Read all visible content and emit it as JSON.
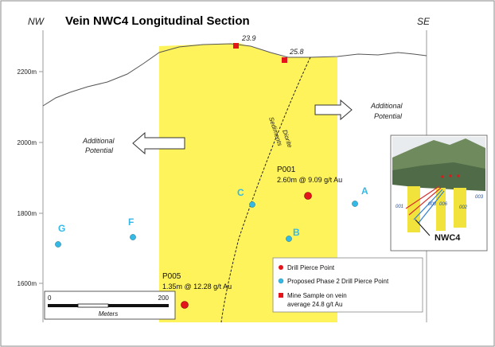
{
  "title": "Vein NWC4 Longitudinal Section",
  "directions": {
    "left": "NW",
    "right": "SE"
  },
  "elevation_labels": [
    "2200m",
    "2000m",
    "1800m",
    "1600m"
  ],
  "sample_labels": [
    "23.9",
    "25.8"
  ],
  "lithology_labels": [
    "Sediments",
    "Diorite"
  ],
  "potential_right": {
    "line1": "Additional",
    "line2": "Potential"
  },
  "potential_left": {
    "line1": "Additional",
    "line2": "Potential"
  },
  "drill_holes": [
    {
      "name": "P001",
      "result": "2.60m @ 9.09 g/t Au"
    },
    {
      "name": "P005",
      "result": "1.35m @ 12.28 g/t Au"
    }
  ],
  "proposed_points": [
    "A",
    "B",
    "C",
    "F",
    "G"
  ],
  "legend": {
    "drill": "Drill Pierce Point",
    "proposed": "Proposed Phase 2 Drill Pierce Point",
    "mine_line1": "Mine Sample on vein",
    "mine_line2": "average 24.8 g/t Au"
  },
  "scale": {
    "min": "0",
    "max": "200",
    "unit": "Meters"
  },
  "inset": {
    "label": "NWC4",
    "vein_labels": [
      "001",
      "003",
      "006",
      "002",
      "003"
    ]
  },
  "colors": {
    "target_zone": "#fff35c",
    "drill_point": "#e3151a",
    "proposed_point": "#34b9e6",
    "mine_sample": "#e3151a",
    "proposed_label": "#34b9e6"
  }
}
